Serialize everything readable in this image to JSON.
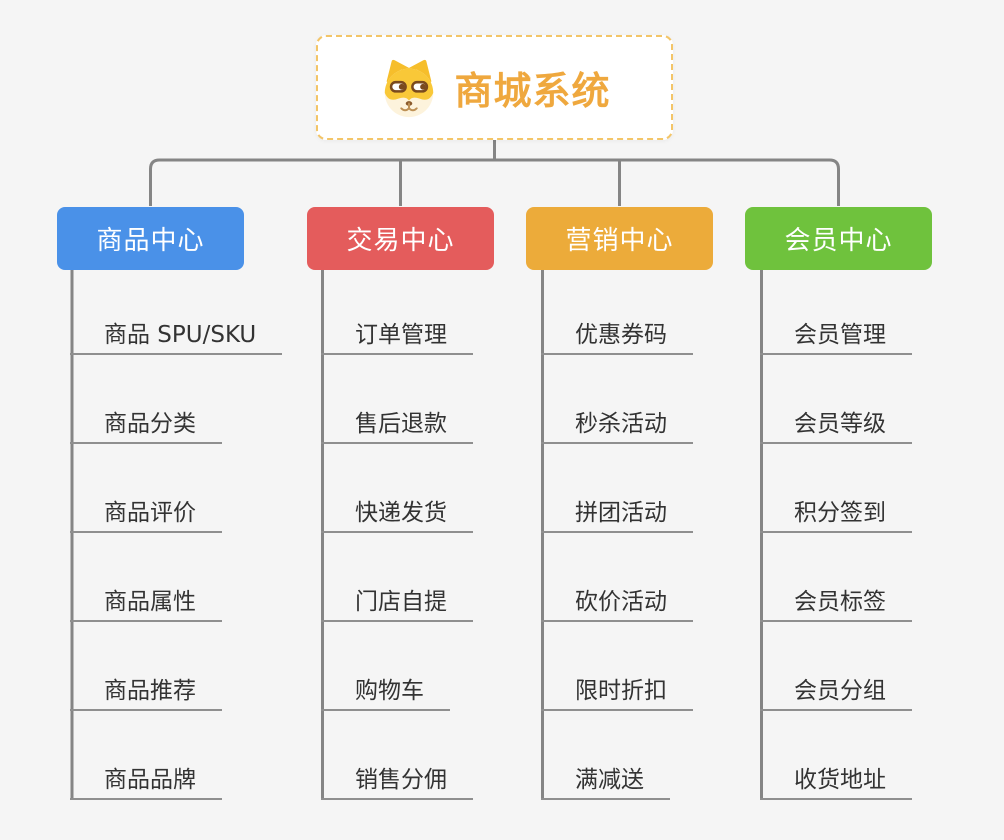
{
  "root": {
    "title": "商城系统",
    "icon": "dog-face-icon",
    "text_color": "#efa83e",
    "border_color": "#f3c568"
  },
  "colors": {
    "line": "#8f8f8f",
    "connector": "#858585",
    "bg": "#f5f5f5",
    "leaf_text": "#333333"
  },
  "branches": [
    {
      "label": "商品中心",
      "color": "#4a91e8",
      "items": [
        "商品 SPU/SKU",
        "商品分类",
        "商品评价",
        "商品属性",
        "商品推荐",
        "商品品牌"
      ]
    },
    {
      "label": "交易中心",
      "color": "#e45c5c",
      "items": [
        "订单管理",
        "售后退款",
        "快递发货",
        "门店自提",
        "购物车",
        "销售分佣"
      ]
    },
    {
      "label": "营销中心",
      "color": "#ecab3a",
      "items": [
        "优惠券码",
        "秒杀活动",
        "拼团活动",
        "砍价活动",
        "限时折扣",
        "满减送"
      ]
    },
    {
      "label": "会员中心",
      "color": "#6fc23d",
      "items": [
        "会员管理",
        "会员等级",
        "积分签到",
        "会员标签",
        "会员分组",
        "收货地址"
      ]
    }
  ]
}
